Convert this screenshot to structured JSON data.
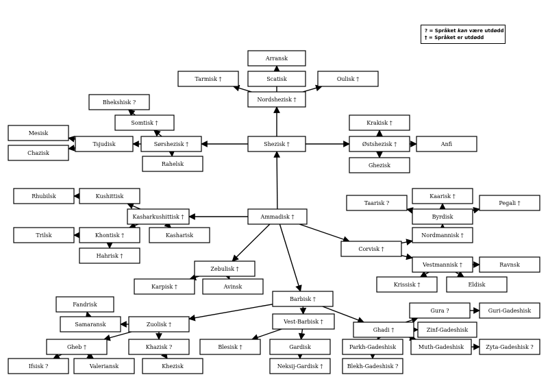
{
  "legend": [
    {
      "symbol": "?",
      "pre": " = Språket ",
      "em": "kan",
      "post": " være utdødd"
    },
    {
      "symbol": "†",
      "pre": " = Språket er utdødd",
      "em": "",
      "post": ""
    }
  ],
  "nodes": {
    "arransk": "Arransk",
    "tarmisk": "Tarmisk †",
    "scatisk": "Scatisk",
    "oulisk": "Oulisk †",
    "nordshezisk": "Nordshezisk †",
    "bhekshisk": "Bhekshisk ?",
    "somtisk": "Somtisk †",
    "mesisk": "Mesisk",
    "chazisk": "Chazisk",
    "tsjudisk": "Tsjudisk",
    "sorshezisk": "Sørshezisk †",
    "rahelsk": "Rahelsk",
    "shezisk": "Shezisk †",
    "krakisk": "Krakisk †",
    "ostshezisk": "Østshezisk †",
    "anfi": "Anfi",
    "ghezisk": "Ghezisk",
    "rhubilsk": "Rhubilsk",
    "kushittisk": "Kushittisk",
    "kasharkushittisk": "Kasharkushittisk †",
    "kasharisk": "Kasharisk",
    "trilsk": "Trilsk",
    "khontisk": "Khontisk †",
    "hahrisk": "Hahrisk †",
    "ammadisk": "Ammadisk †",
    "kaarisk": "Kaarisk †",
    "taarisk": "Taarisk ?",
    "pegali": "Pegali †",
    "byrdisk": "Byrdisk",
    "nordmannisk": "Nordmannisk †",
    "corvisk": "Corvisk †",
    "vestmannisk": "Vestmannisk †",
    "ravnsk": "Ravnsk",
    "krissisk": "Krissisk †",
    "eldisk": "Eldisk",
    "zebulisk": "Zebulisk †",
    "karpisk": "Karpisk †",
    "avinsk": "Avinsk",
    "fandrisk": "Fandrisk",
    "barbisk": "Barbisk †",
    "samaransk": "Samaransk",
    "zuolisk": "Zuolisk †",
    "vestbarbisk": "Vest-Barbisk †",
    "gura": "Gura ?",
    "gurigadeshisk": "Guri-Gadeshisk",
    "ghadi": "Ghadi †",
    "zinfgadeshisk": "Zinf-Gadeshisk",
    "gheb": "Gheb †",
    "khazisk": "Khazisk ?",
    "blesisk": "Blesisk †",
    "gardisk": "Gardisk",
    "parkhgadeshisk": "Parkh-Gadeshisk",
    "muthgadeshisk": "Muth-Gadeshisk",
    "zytagadeshisk": "Zyta-Gadeshisk ?",
    "ifsisk": "Ifsisk ?",
    "valeriansk": "Valeriansk",
    "khezisk": "Khezisk",
    "neksijgardisk": "Neksij-Gardisk †",
    "blekhgadeshisk": "Blekh-Gadeshisk ?"
  }
}
